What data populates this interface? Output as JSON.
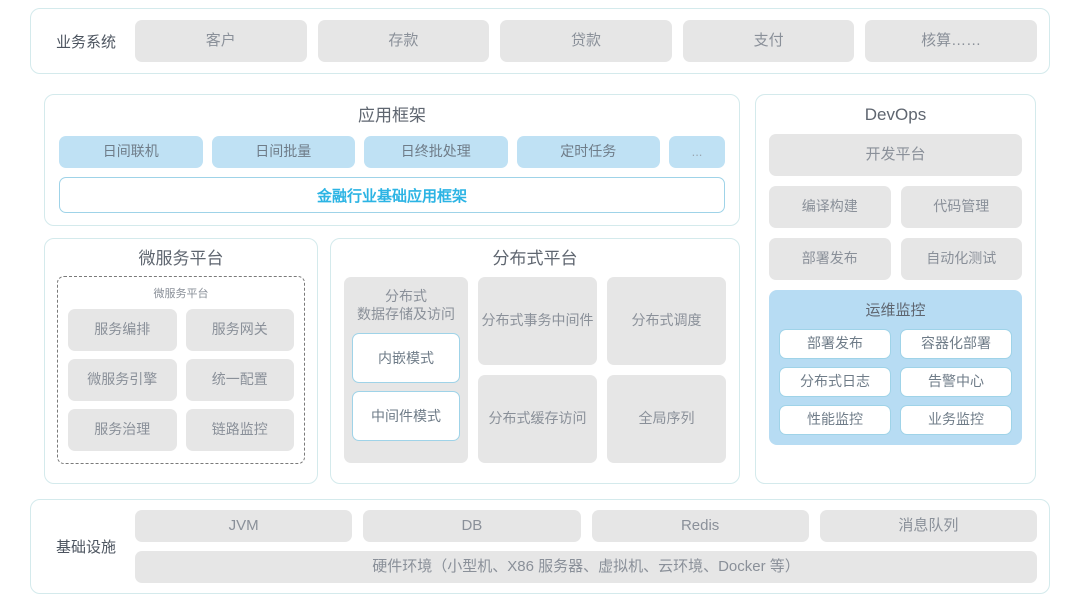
{
  "colors": {
    "panel_border": "#d4eaec",
    "gray_box": "#e6e6e6",
    "blue_box": "#bfe1f4",
    "accent_text": "#2cb4e4",
    "ops_monitor_bg": "#b7dcf3",
    "white_box_border": "#9fd3e8"
  },
  "business_row": {
    "label": "业务系统",
    "items": [
      {
        "label": "客户"
      },
      {
        "label": "存款"
      },
      {
        "label": "贷款"
      },
      {
        "label": "支付"
      },
      {
        "label": "核算……"
      }
    ]
  },
  "app_framework": {
    "title": "应用框架",
    "tags": [
      {
        "label": "日间联机"
      },
      {
        "label": "日间批量"
      },
      {
        "label": "日终批处理"
      },
      {
        "label": "定时任务"
      },
      {
        "label": "..."
      }
    ],
    "banner": "金融行业基础应用框架"
  },
  "microservice_platform": {
    "title": "微服务平台",
    "inner_title": "微服务平台",
    "items": [
      {
        "label": "服务编排"
      },
      {
        "label": "服务网关"
      },
      {
        "label": "微服务引擎"
      },
      {
        "label": "统一配置"
      },
      {
        "label": "服务治理"
      },
      {
        "label": "链路监控"
      }
    ]
  },
  "distributed_platform": {
    "title": "分布式平台",
    "storage_group": {
      "title": "分布式\n数据存储及访问",
      "title_line1": "分布式",
      "title_line2": "数据存储及访问",
      "modes": [
        {
          "label": "内嵌模式"
        },
        {
          "label": "中间件模式"
        }
      ]
    },
    "items": [
      {
        "label_line1": "分布式",
        "label_line2": "事务中间件"
      },
      {
        "label_line1": "分布式调度",
        "label_line2": ""
      },
      {
        "label_line1": "分布式",
        "label_line2": "缓存访问"
      },
      {
        "label_line1": "全局序列",
        "label_line2": ""
      }
    ]
  },
  "devops": {
    "title": "DevOps",
    "platform": "开发平台",
    "items": [
      {
        "label": "编译构建"
      },
      {
        "label": "代码管理"
      },
      {
        "label": "部署发布"
      },
      {
        "label": "自动化测试"
      }
    ],
    "ops_monitor": {
      "title": "运维监控",
      "items": [
        {
          "label": "部署发布"
        },
        {
          "label": "容器化部署"
        },
        {
          "label": "分布式日志"
        },
        {
          "label": "告警中心"
        },
        {
          "label": "性能监控"
        },
        {
          "label": "业务监控"
        }
      ]
    }
  },
  "infrastructure": {
    "label": "基础设施",
    "items": [
      {
        "label": "JVM"
      },
      {
        "label": "DB"
      },
      {
        "label": "Redis"
      },
      {
        "label": "消息队列"
      }
    ],
    "hardware": "硬件环境（小型机、X86 服务器、虚拟机、云环境、Docker 等）"
  }
}
